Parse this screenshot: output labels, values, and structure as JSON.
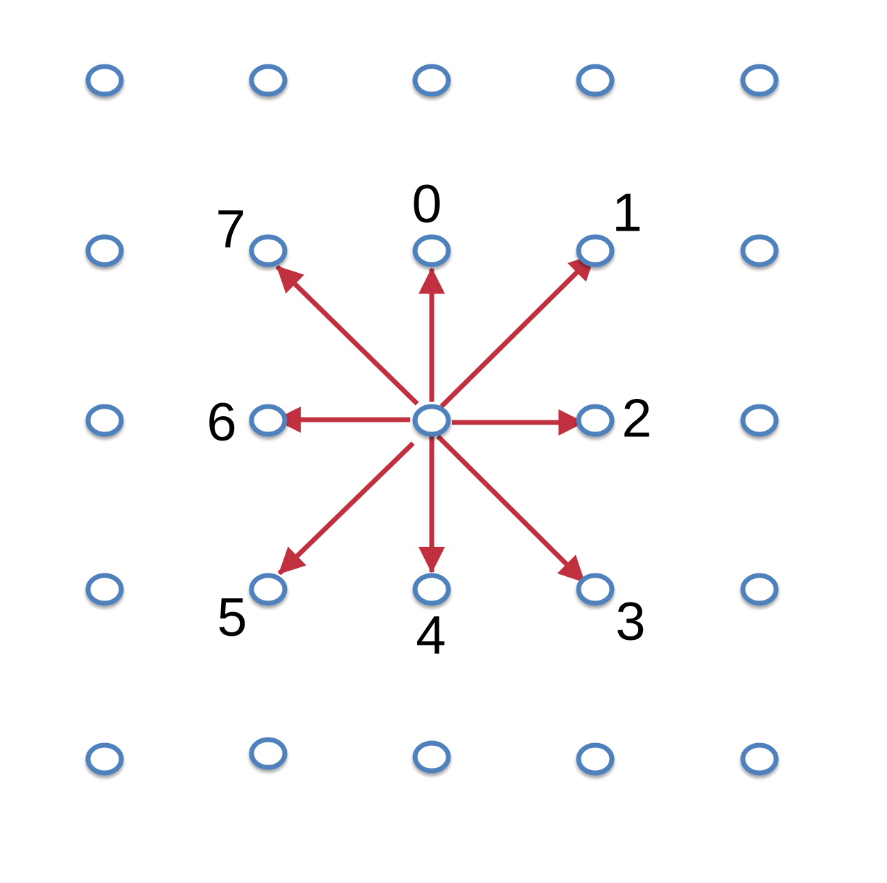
{
  "colors": {
    "node_stroke": "#4f81bd",
    "arrow": "#c0303f",
    "label": "#000000",
    "background": "#ffffff"
  },
  "grid": {
    "rows": 5,
    "cols": 5,
    "center_node": "row 3, column 3"
  },
  "directions": [
    {
      "label": "0",
      "target": "up"
    },
    {
      "label": "1",
      "target": "up-right"
    },
    {
      "label": "2",
      "target": "right"
    },
    {
      "label": "3",
      "target": "down-right"
    },
    {
      "label": "4",
      "target": "down"
    },
    {
      "label": "5",
      "target": "down-left"
    },
    {
      "label": "6",
      "target": "left"
    },
    {
      "label": "7",
      "target": "up-left"
    }
  ]
}
